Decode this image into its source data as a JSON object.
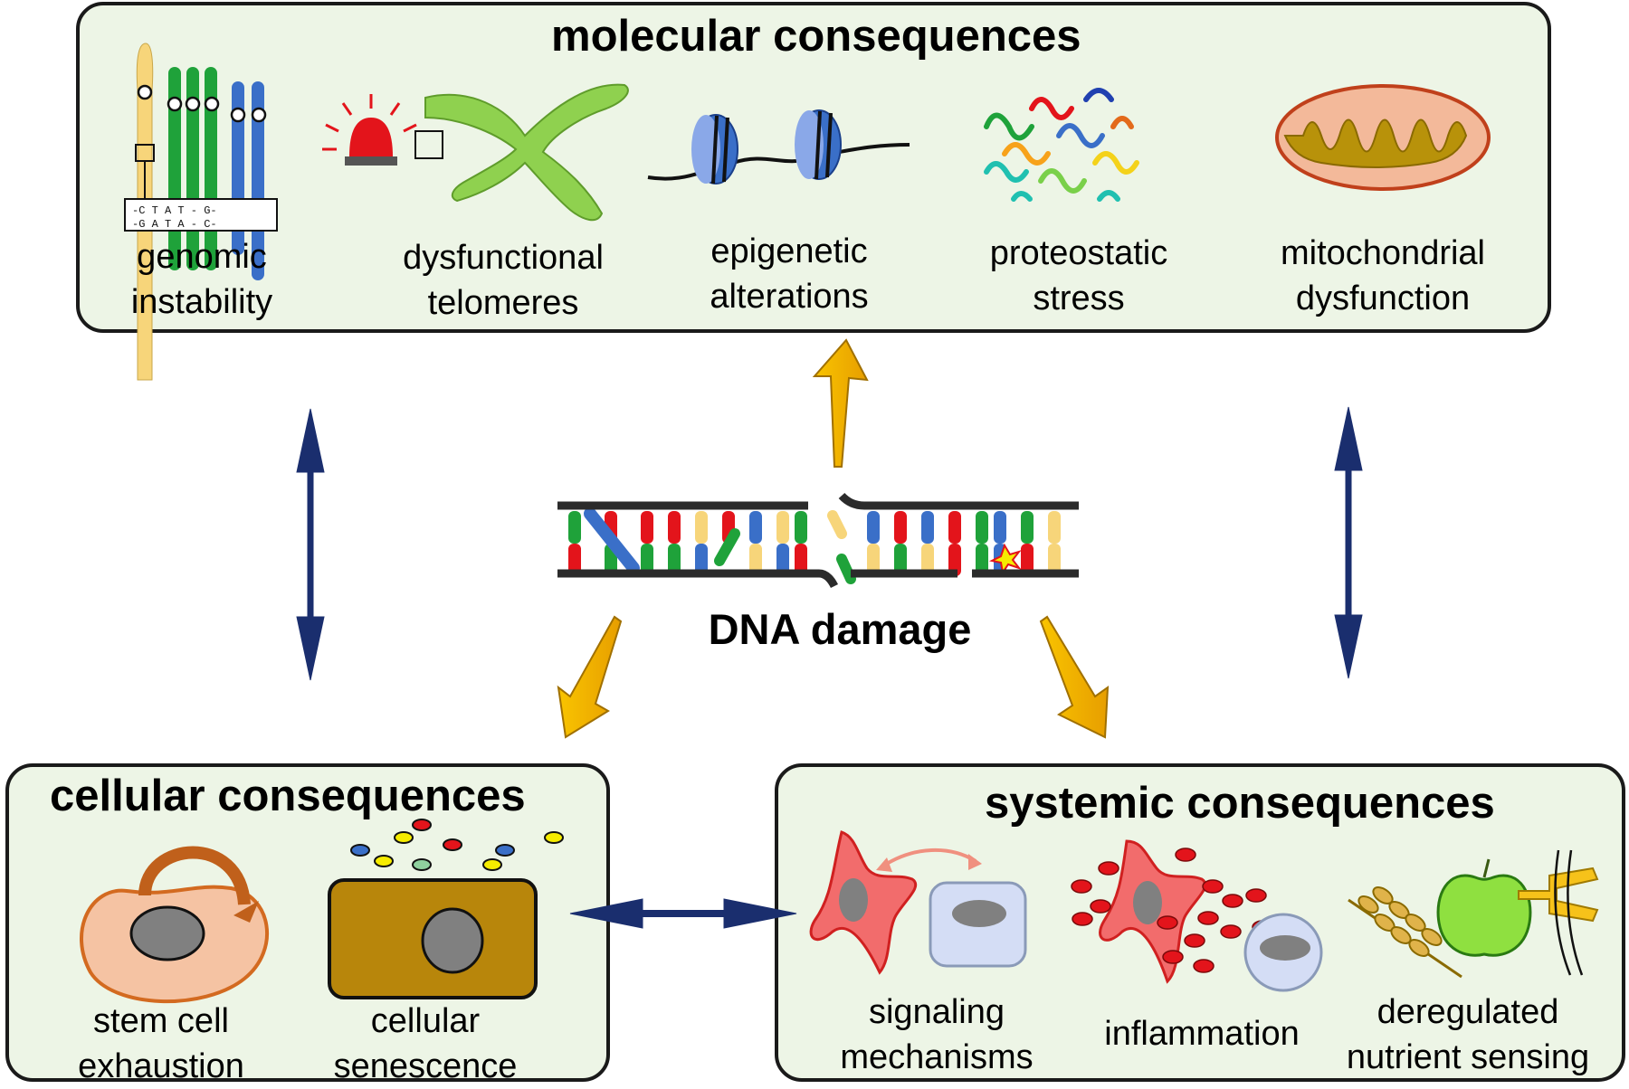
{
  "center": {
    "label": "DNA damage"
  },
  "molecular": {
    "title": "molecular consequences",
    "items": [
      {
        "line1": "genomic",
        "line2": "instability"
      },
      {
        "line1": "dysfunctional",
        "line2": "telomeres"
      },
      {
        "line1": "epigenetic",
        "line2": "alterations"
      },
      {
        "line1": "proteostatic",
        "line2": "stress"
      },
      {
        "line1": "mitochondrial",
        "line2": "dysfunction"
      }
    ],
    "sequence": {
      "top": "-C T A T - G-",
      "bottom": "-G A T A - C-"
    }
  },
  "cellular": {
    "title": "cellular consequences",
    "items": [
      {
        "line1": "stem cell",
        "line2": "exhaustion"
      },
      {
        "line1": "cellular",
        "line2": "senescence"
      }
    ]
  },
  "systemic": {
    "title": "systemic consequences",
    "items": [
      {
        "line1": "signaling",
        "line2": "mechanisms"
      },
      {
        "line1": "inflammation",
        "line2": ""
      },
      {
        "line1": "deregulated",
        "line2": "nutrient sensing"
      }
    ]
  },
  "colors": {
    "panel_fill": "#edf5e6",
    "arrow_navy": "#1a2e6e",
    "arrow_gold": "#f5b800",
    "base_red": "#e3141b",
    "base_green": "#1fa23a",
    "base_blue": "#3a6fc8",
    "base_yellow": "#f7d57a"
  }
}
